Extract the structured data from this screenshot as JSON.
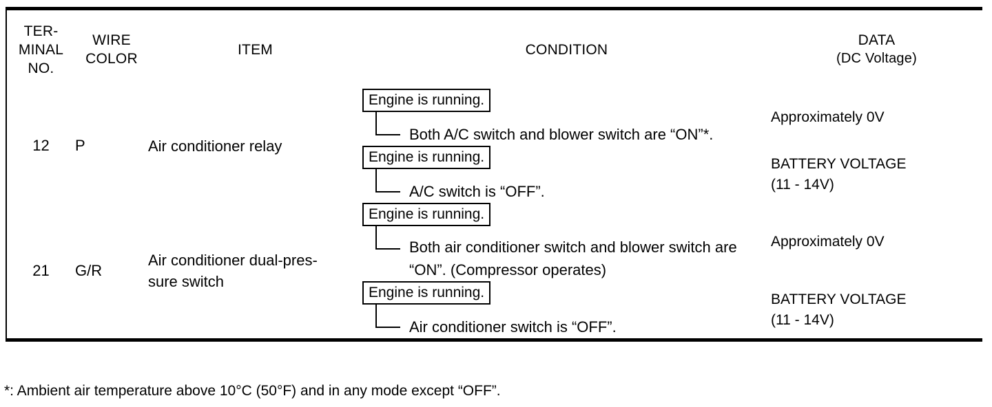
{
  "table": {
    "columns": [
      {
        "id": "terminal",
        "label_lines": [
          "TER-",
          "MINAL",
          "NO."
        ]
      },
      {
        "id": "wire_color",
        "label_lines": [
          "WIRE",
          "COLOR"
        ]
      },
      {
        "id": "item",
        "label_lines": [
          "ITEM"
        ]
      },
      {
        "id": "condition",
        "label_lines": [
          "CONDITION"
        ]
      },
      {
        "id": "data",
        "label_lines": [
          "DATA",
          "(DC Voltage)"
        ]
      }
    ],
    "rows": [
      {
        "terminal_no": "12",
        "wire_color": "P",
        "item": "Air conditioner relay",
        "conditions": [
          {
            "boxed_label": "Engine is running.",
            "detail": "Both A/C switch and blower switch are “ON”*.",
            "data": "Approximately 0V",
            "data_line2": ""
          },
          {
            "boxed_label": "Engine is running.",
            "detail": "A/C switch is “OFF”.",
            "data": "BATTERY VOLTAGE",
            "data_line2": "(11 - 14V)"
          }
        ]
      },
      {
        "terminal_no": "21",
        "wire_color": "G/R",
        "item": "Air conditioner dual-pres-\nsure switch",
        "conditions": [
          {
            "boxed_label": "Engine is running.",
            "detail": "Both air conditioner switch and blower switch are “ON”. (Compressor operates)",
            "data": "Approximately 0V",
            "data_line2": ""
          },
          {
            "boxed_label": "Engine is running.",
            "detail": "Air conditioner switch is “OFF”.",
            "data": "BATTERY VOLTAGE",
            "data_line2": "(11 - 14V)"
          }
        ]
      }
    ]
  },
  "footnote": "*: Ambient air temperature above 10°C (50°F) and in any mode except “OFF”.",
  "colors": {
    "ink": "#000000",
    "paper": "#ffffff"
  }
}
